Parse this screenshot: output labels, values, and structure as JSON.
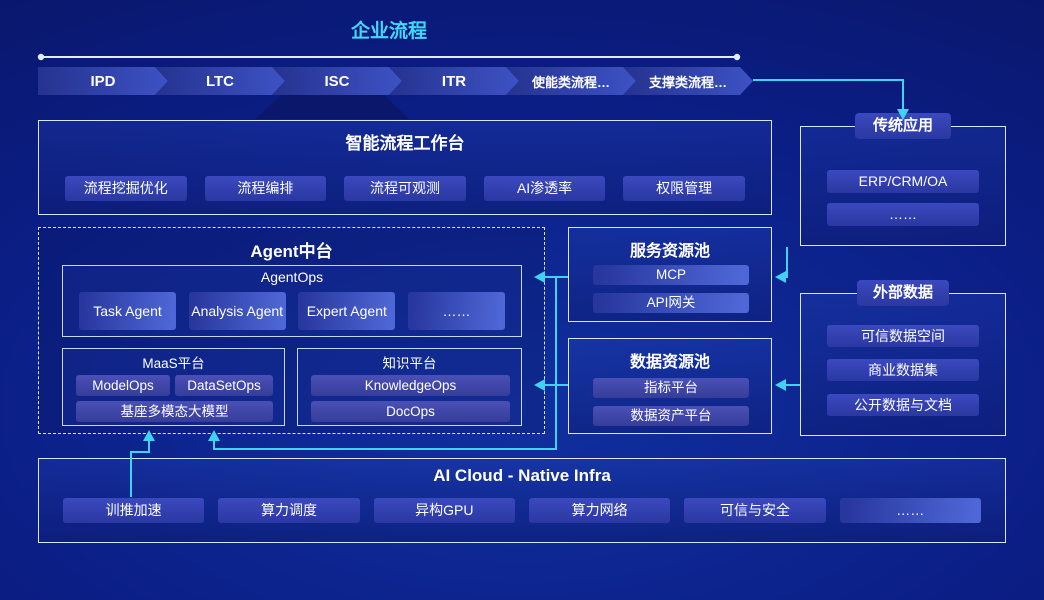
{
  "colors": {
    "accent_cyan": "#3fd2f2",
    "background_blue": "#0b1e86",
    "chip_blue": "#2f3db0"
  },
  "flow_header": {
    "title": "企业流程",
    "stages": [
      "IPD",
      "LTC",
      "ISC",
      "ITR",
      "使能类流程…",
      "支撑类流程…"
    ]
  },
  "workbench": {
    "title": "智能流程工作台",
    "chips": [
      "流程挖掘优化",
      "流程编排",
      "流程可观测",
      "AI渗透率",
      "权限管理"
    ]
  },
  "agent_hub": {
    "title": "Agent中台",
    "agentops": {
      "title": "AgentOps",
      "agents": [
        "Task Agent",
        "Analysis Agent",
        "Expert Agent",
        "……"
      ]
    },
    "maas": {
      "title": "MaaS平台",
      "chips": [
        "ModelOps",
        "DataSetOps"
      ],
      "base_model": "基座多模态大模型"
    },
    "knowledge": {
      "title": "知识平台",
      "chips": [
        "KnowledgeOps",
        "DocOps"
      ]
    }
  },
  "service_pool": {
    "title": "服务资源池",
    "chips": [
      "MCP",
      "API网关"
    ]
  },
  "data_pool": {
    "title": "数据资源池",
    "chips": [
      "指标平台",
      "数据资产平台"
    ]
  },
  "legacy_apps": {
    "title": "传统应用",
    "chips": [
      "ERP/CRM/OA",
      "……"
    ]
  },
  "external_data": {
    "title": "外部数据",
    "chips": [
      "可信数据空间",
      "商业数据集",
      "公开数据与文档"
    ]
  },
  "infra": {
    "title": "AI Cloud - Native Infra",
    "chips": [
      "训推加速",
      "算力调度",
      "异构GPU",
      "算力网络",
      "可信与安全",
      "……"
    ]
  }
}
